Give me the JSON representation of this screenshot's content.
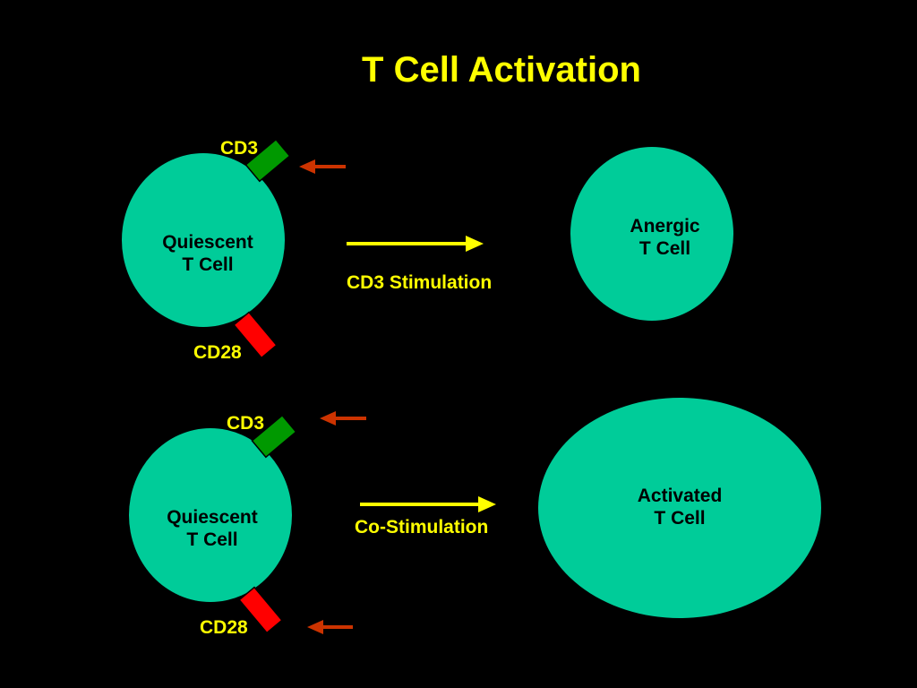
{
  "title": "T Cell Activation",
  "colors": {
    "background": "#000000",
    "text_accent": "#FFFF00",
    "cell_fill": "#00CC99",
    "cd3_receptor": "#009900",
    "cd28_receptor": "#FF0000",
    "stimulus_arrow": "#CC3300",
    "process_arrow": "#FFFF00"
  },
  "top_row": {
    "cell_line1": "Quiescent",
    "cell_line2": "T Cell",
    "cd3_label": "CD3",
    "cd28_label": "CD28",
    "process_label": "CD3 Stimulation",
    "result_line1": "Anergic",
    "result_line2": "T Cell"
  },
  "bottom_row": {
    "cell_line1": "Quiescent",
    "cell_line2": "T Cell",
    "cd3_label": "CD3",
    "cd28_label": "CD28",
    "process_label": "Co-Stimulation",
    "result_line1": "Activated",
    "result_line2": "T Cell"
  }
}
